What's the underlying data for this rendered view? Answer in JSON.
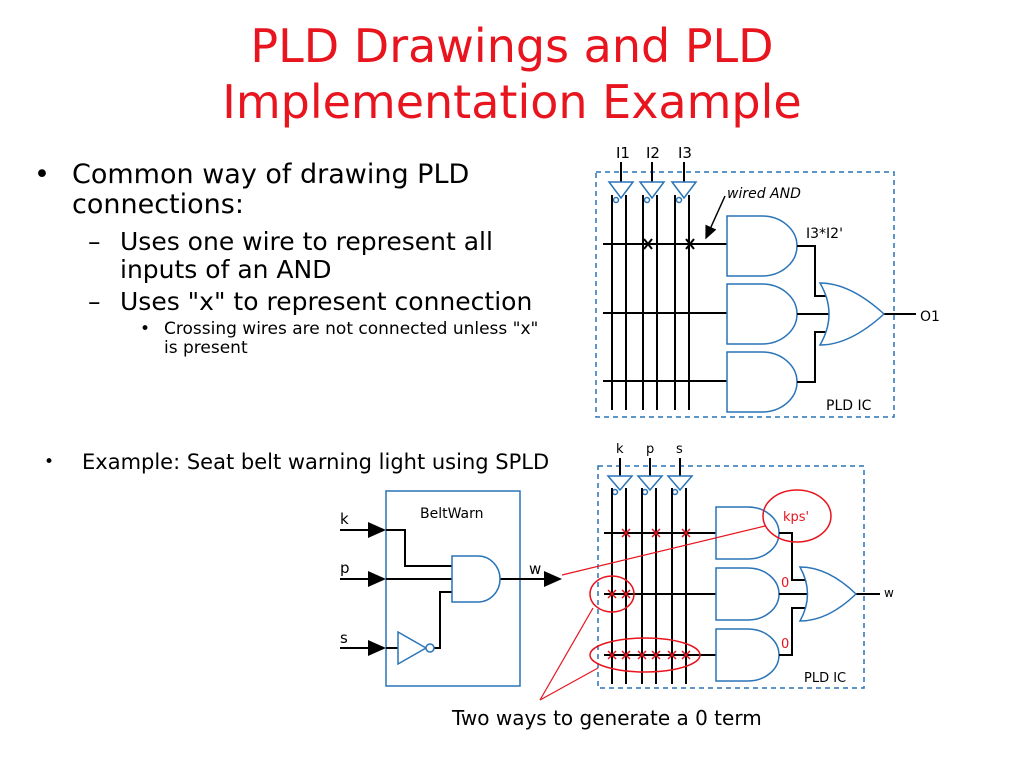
{
  "slide": {
    "title_line1": "PLD Drawings and PLD",
    "title_line2": "Implementation Example",
    "bullet1": "Common way of drawing PLD connections:",
    "sub1": "Uses one wire to represent all inputs of an AND",
    "sub2": "Uses \"x\" to represent connection",
    "subsub1": "Crossing wires are not connected unless \"x\" is present",
    "bullet2": "Example: Seat belt warning light using SPLD"
  },
  "diagram1": {
    "inputs": [
      "I1",
      "I2",
      "I3"
    ],
    "wired_and_label": "wired AND",
    "term_label": "I3*I2'",
    "output_label": "O1",
    "chip_label": "PLD IC"
  },
  "diagram2": {
    "block_title": "BeltWarn",
    "inputs": [
      "k",
      "p",
      "s"
    ],
    "output_label": "w"
  },
  "diagram3": {
    "inputs": [
      "k",
      "p",
      "s"
    ],
    "term_label": "kps'",
    "zero1": "0",
    "zero2": "0",
    "output_label": "w",
    "chip_label": "PLD IC",
    "caption": "Two ways to generate a 0 term"
  },
  "colors": {
    "title": "#e8141e",
    "border": "#2a74b8",
    "annotation": "#e8141e"
  }
}
